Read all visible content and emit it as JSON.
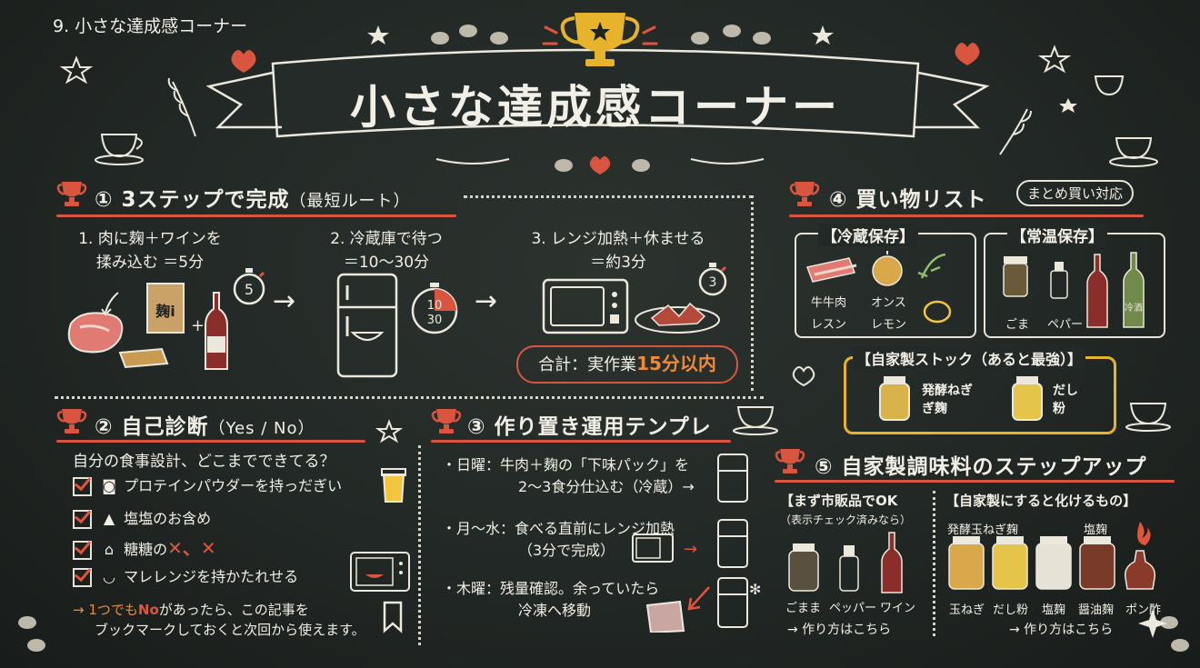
{
  "page_label": "9. 小さな達成感コーナー",
  "banner_title": "小さな達成感コーナー",
  "colors": {
    "board": "#222825",
    "accent_red": "#d9553f",
    "accent_orange": "#f08a3a",
    "accent_yellow": "#f2c53d",
    "chalk": "#f2efe6"
  },
  "section1": {
    "title": "① 3ステップで完成",
    "title_sub": "（最短ルート）",
    "steps": [
      {
        "line1": "1. 肉に麹＋ワインを",
        "line2": "揉み込む ＝5分",
        "timer": "5"
      },
      {
        "line1": "2. 冷蔵庫で待つ",
        "line2": "＝10〜30分",
        "timer_top": "10",
        "timer_bottom": "30"
      },
      {
        "line1": "3. レンジ加熱＋休ませる",
        "line2": "＝約3分",
        "timer": "3"
      }
    ],
    "koji_label": "麹i",
    "plus": "+",
    "total_prefix": "合計：実作業",
    "total_value": "15分以内"
  },
  "section2": {
    "title": "② 自己診断",
    "title_sub": "（Yes / No）",
    "question": "自分の食事設計、どこまでできてる？",
    "items": [
      {
        "text": "プロテインパウダーを持っだぎい"
      },
      {
        "text": "塩塩のお含め"
      },
      {
        "text": "糖糖の",
        "suffix": "✕、✕"
      },
      {
        "text": "マレレンジを持かたれせる"
      }
    ],
    "note_line1_a": "→ 1つでも",
    "note_line1_no": "No",
    "note_line1_b": "があったら、この記事を",
    "note_line2": "ブックマークしておくと次回から使えます。"
  },
  "section3": {
    "title": "③ 作り置き運用テンプレ",
    "rows": [
      {
        "day": "・日曜：",
        "line1": "牛肉＋麹の「下味パック」を",
        "line2": "2〜3食分仕込む（冷蔵）→"
      },
      {
        "day": "・月〜水：",
        "line1": "食べる直前にレンジ加熱",
        "line2": "（3分で完成）"
      },
      {
        "day": "・木曜：",
        "line1": "残量確認。余っていたら",
        "line2": "冷凍へ移動"
      }
    ]
  },
  "section4": {
    "title": "④ 買い物リスト",
    "badge": "まとめ買い対応",
    "cold_title": "【冷蔵保存】",
    "cold_items": [
      "牛牛肉",
      "オンス",
      "レスン",
      "レモン"
    ],
    "room_title": "【常温保存】",
    "room_items": [
      "ごま",
      "ペパー"
    ],
    "bottle_label": "冷酒",
    "stock_title": "【自家製ストック（あると最強）】",
    "stock_items": [
      {
        "line1": "発酵ねぎ",
        "line2": "ぎ麹"
      },
      {
        "line1": "だし",
        "line2": "粉"
      }
    ]
  },
  "section5": {
    "title": "⑤ 自家製調味料のステップアップ",
    "left_title": "【まず市販品でOK",
    "left_sub": "（表示チェック済みなら）",
    "left_items": [
      "ごまま",
      "ペッパー",
      "ワイン"
    ],
    "left_link": "→ 作り方はこちら",
    "right_title": "【自家製にすると化けるもの】",
    "right_top_labels": [
      "発酵玉ねぎ麹",
      "塩麹"
    ],
    "right_items": [
      "玉ねぎ",
      "だし粉",
      "塩麹",
      "醤油麹",
      "ポン酢"
    ],
    "right_link": "→ 作り方はこちら"
  }
}
